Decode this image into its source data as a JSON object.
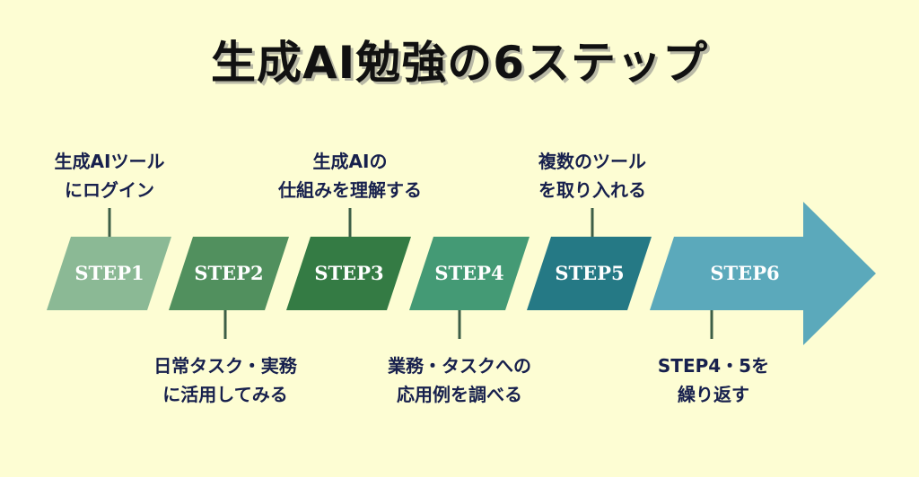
{
  "title": "生成AI勉強の6ステップ",
  "steps": [
    {
      "label": "STEP1",
      "color": "#8bb995",
      "caption": [
        "生成AIツール",
        "にログイン"
      ],
      "caption_position": "above"
    },
    {
      "label": "STEP2",
      "color": "#51905e",
      "caption": [
        "日常タスク・実務",
        "に活用してみる"
      ],
      "caption_position": "below"
    },
    {
      "label": "STEP3",
      "color": "#347b44",
      "caption": [
        "生成AIの",
        "仕組みを理解する"
      ],
      "caption_position": "above"
    },
    {
      "label": "STEP4",
      "color": "#449a75",
      "caption": [
        "業務・タスクへの",
        "応用例を調べる"
      ],
      "caption_position": "below"
    },
    {
      "label": "STEP5",
      "color": "#257985",
      "caption": [
        "複数のツール",
        "を取り入れる"
      ],
      "caption_position": "above"
    },
    {
      "label": "STEP6",
      "color": "#5ba9bb",
      "caption": [
        "STEP4・5を",
        "繰り返す"
      ],
      "caption_position": "below"
    }
  ],
  "colors": {
    "background": "#fdfdd3",
    "connector": "#3d5e47",
    "caption_text": "#17204d"
  }
}
